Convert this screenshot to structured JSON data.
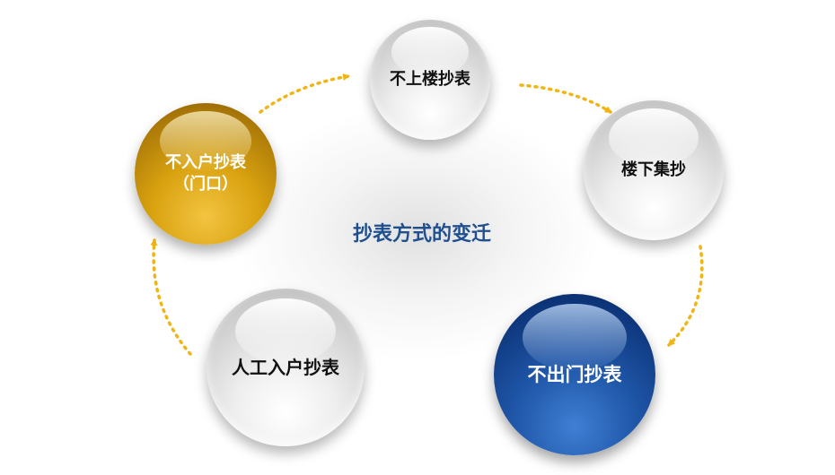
{
  "diagram": {
    "center_title": "抄表方式的变迁",
    "nodes": [
      {
        "id": "top",
        "label": "不上楼抄表",
        "style": "silver"
      },
      {
        "id": "right",
        "label": "楼下集抄",
        "style": "silver"
      },
      {
        "id": "bottom-right",
        "label": "不出门抄表",
        "style": "blue"
      },
      {
        "id": "bottom-left",
        "label": "人工入户抄表",
        "style": "silver"
      },
      {
        "id": "left",
        "label": "不入户抄表\n（门口）",
        "style": "gold"
      }
    ],
    "arrow_color": "#f0b515",
    "colors": {
      "title": "#1f4f8f",
      "gold": "#d9a210",
      "blue": "#1f56a8",
      "silver": "#e6e6e6"
    }
  }
}
